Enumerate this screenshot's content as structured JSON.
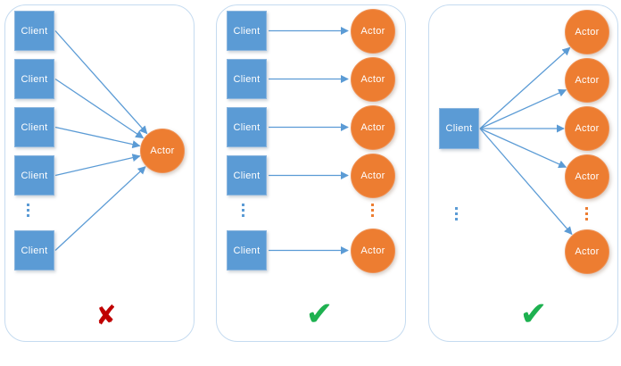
{
  "diagram": {
    "title_hint": "client-actor connection patterns",
    "colors": {
      "client_fill": "#5b9bd5",
      "client_border": "#8ab5de",
      "actor_fill": "#ed7d31",
      "actor_border": "#ef9053",
      "arrow": "#5b9bd5",
      "panel_border": "#c5dbf0",
      "cross": "#c00000",
      "check": "#1eb150"
    },
    "panels": [
      {
        "id": "many-clients-one-actor",
        "client_label": "Client",
        "actor_label": "Actor",
        "clients_shown": 5,
        "actors_shown": 1,
        "ellipsis": "⋮",
        "verdict": "rejected",
        "verdict_glyph": "✘"
      },
      {
        "id": "one-client-one-actor",
        "client_label": "Client",
        "actor_label": "Actor",
        "clients_shown": 5,
        "actors_shown": 5,
        "ellipsis": "⋮",
        "verdict": "approved",
        "verdict_glyph": "✔"
      },
      {
        "id": "one-client-many-actors",
        "client_label": "Client",
        "actor_label": "Actor",
        "clients_shown": 1,
        "actors_shown": 5,
        "ellipsis": "⋮",
        "verdict": "approved",
        "verdict_glyph": "✔"
      }
    ]
  }
}
